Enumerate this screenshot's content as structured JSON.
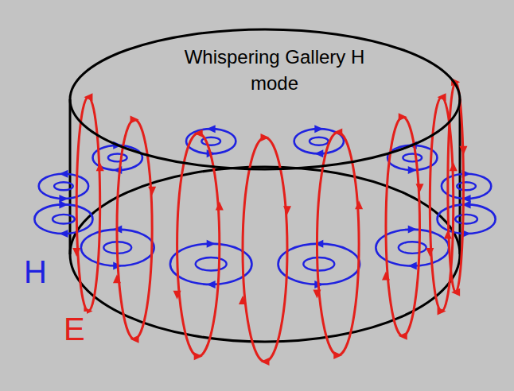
{
  "diagram": {
    "nodes": [
      {
        "text": [
          "Whispering Gallery H mode"
        ]
      }
    ],
    "labels": [
      "H",
      "E"
    ]
  }
}
